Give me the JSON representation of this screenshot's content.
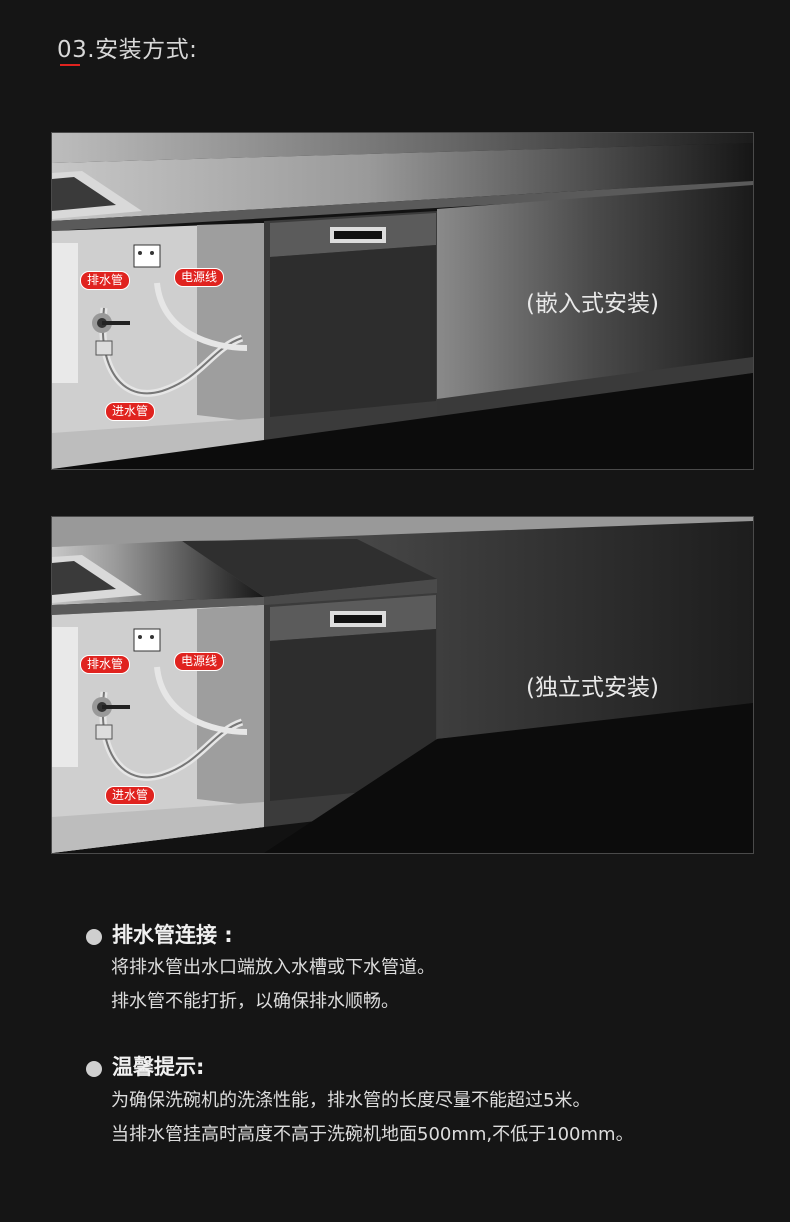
{
  "section": {
    "title": "03.安装方式:",
    "accent_color": "#e0231f"
  },
  "panels": [
    {
      "mode_label": "(嵌入式安装)",
      "tags": {
        "drain": "排水管",
        "power": "电源线",
        "inlet": "进水管"
      }
    },
    {
      "mode_label": "(独立式安装)",
      "tags": {
        "drain": "排水管",
        "power": "电源线",
        "inlet": "进水管"
      }
    }
  ],
  "info": [
    {
      "heading": "排水管连接 :",
      "lines": [
        "将排水管出水口端放入水槽或下水管道。",
        "排水管不能打折，以确保排水顺畅。"
      ]
    },
    {
      "heading": "温馨提示:",
      "lines": [
        "为确保洗碗机的洗涤性能，排水管的长度尽量不能超过5米。",
        "当排水管挂高时高度不高于洗碗机地面500mm,不低于100mm。"
      ]
    }
  ]
}
